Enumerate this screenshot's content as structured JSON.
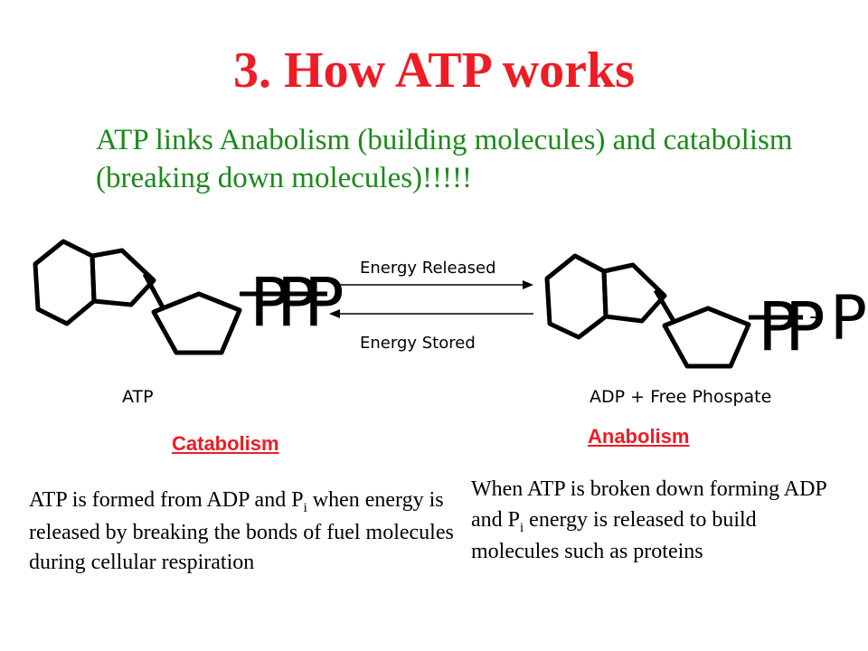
{
  "title": "3.  How ATP works",
  "subtitle": "ATP links Anabolism (building molecules) and catabolism (breaking down molecules)!!!!!",
  "diagram": {
    "atp_label": "ATP",
    "adp_label": "ADP + Free Phospate",
    "arrow_forward_label": "Energy Released",
    "arrow_back_label": "Energy Stored",
    "phosphate_letter": "P",
    "plus_sign": "+"
  },
  "catabolism": {
    "heading": "Catabolism",
    "text_before_sub": "ATP is formed from ADP and P",
    "sub": "i",
    "text_after_sub": " when energy is released by breaking the bonds of fuel molecules during cellular respiration"
  },
  "anabolism": {
    "heading": "Anabolism",
    "text_before_sub": "When ATP is broken down forming ADP and P",
    "sub": "i",
    "text_after_sub": " energy is released to build molecules such as proteins"
  }
}
